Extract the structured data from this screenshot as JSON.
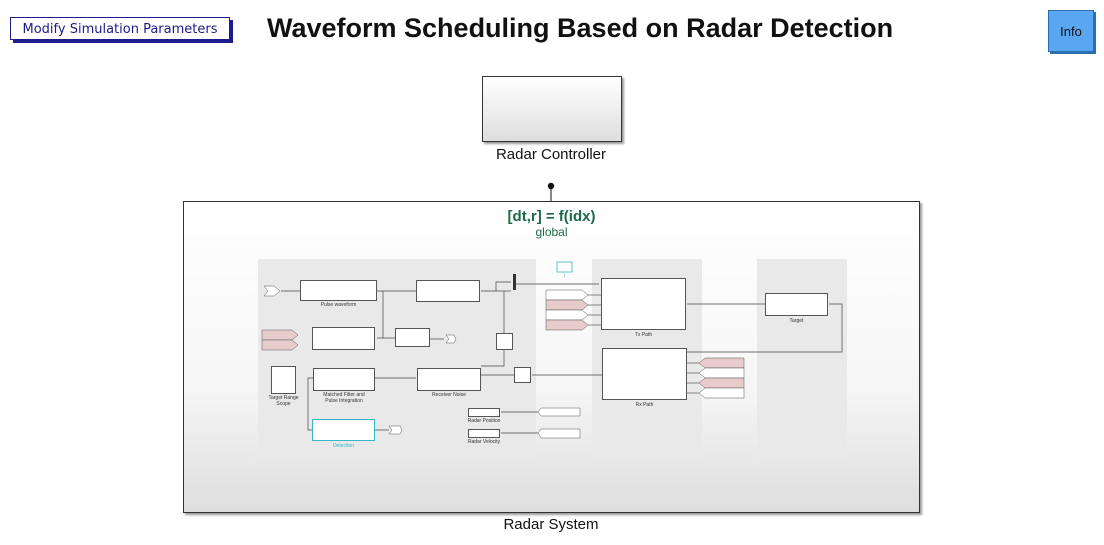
{
  "header": {
    "modify_button": "Modify Simulation Parameters",
    "title": "Waveform Scheduling Based on Radar Detection",
    "info_button": "Info"
  },
  "controller": {
    "label": "Radar Controller"
  },
  "system": {
    "label": "Radar System",
    "function": "[dt,r] = f(idx)",
    "scope": "global",
    "inner": {
      "pulse_waveform": "Pulse waveform",
      "tx_path": "Tx Path",
      "rx_path": "Rx Path",
      "target": "Target",
      "receiver_noise": "Receiver Noise",
      "matched_filter_line1": "Matched Filter and",
      "matched_filter_line2": "Pulse Integration",
      "target_range_line1": "Target Range",
      "target_range_line2": "Scope",
      "detection": "Detection",
      "radar_position": "Radar Position",
      "radar_velocity": "Radar Velocity",
      "tiny_label": "t"
    }
  },
  "colors": {
    "link_blue": "#1c1c8c",
    "info_blue": "#5aa6f0",
    "function_green": "#1c6b48",
    "port_pink": "#e8cccc",
    "detection_cyan": "#37b6c8"
  }
}
